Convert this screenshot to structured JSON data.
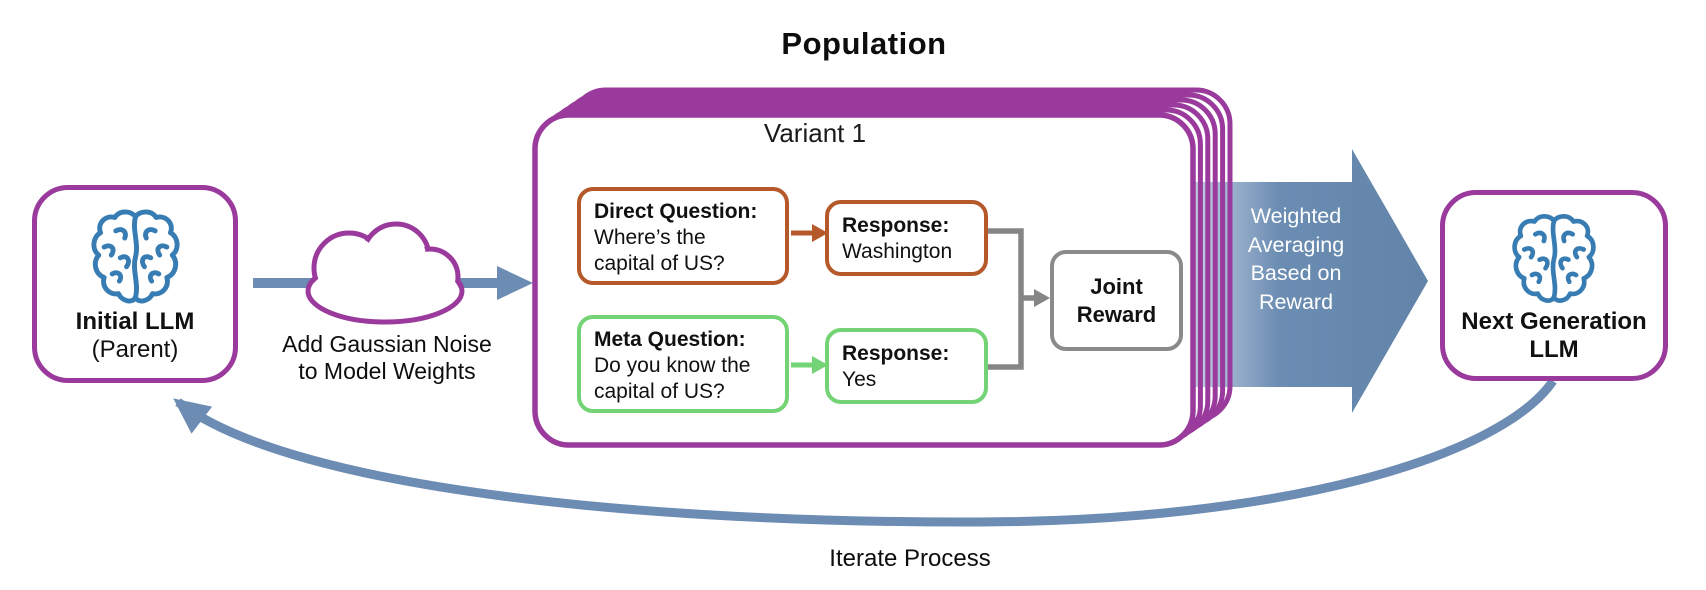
{
  "title": "Population",
  "variant_label": "Variant 1",
  "initial_llm": {
    "line1": "Initial LLM",
    "line2": "(Parent)"
  },
  "noise_caption": {
    "line1": "Add Gaussian Noise",
    "line2": "to Model Weights"
  },
  "direct_question": {
    "label": "Direct Question:",
    "line1": "Where’s the",
    "line2": "capital of US?"
  },
  "direct_response": {
    "label": "Response:",
    "value": "Washington"
  },
  "meta_question": {
    "label": "Meta Question:",
    "line1": "Do you know the",
    "line2": "capital of US?"
  },
  "meta_response": {
    "label": "Response:",
    "value": "Yes"
  },
  "joint_reward": {
    "line1": "Joint",
    "line2": "Reward"
  },
  "weighted_arrow": {
    "line1": "Weighted",
    "line2": "Averaging",
    "line3": "Based on",
    "line4": "Reward"
  },
  "next_gen_llm": {
    "line1": "Next Generation",
    "line2": "LLM"
  },
  "iterate_label": "Iterate Process",
  "colors": {
    "purple": "#9A3A9C",
    "steel_blue": "#6385AA",
    "steel_blue_light": "#C3D0E3",
    "orange": "#B5592B",
    "green": "#74D374",
    "gray": "#858585",
    "brain_blue": "#377CB2"
  }
}
